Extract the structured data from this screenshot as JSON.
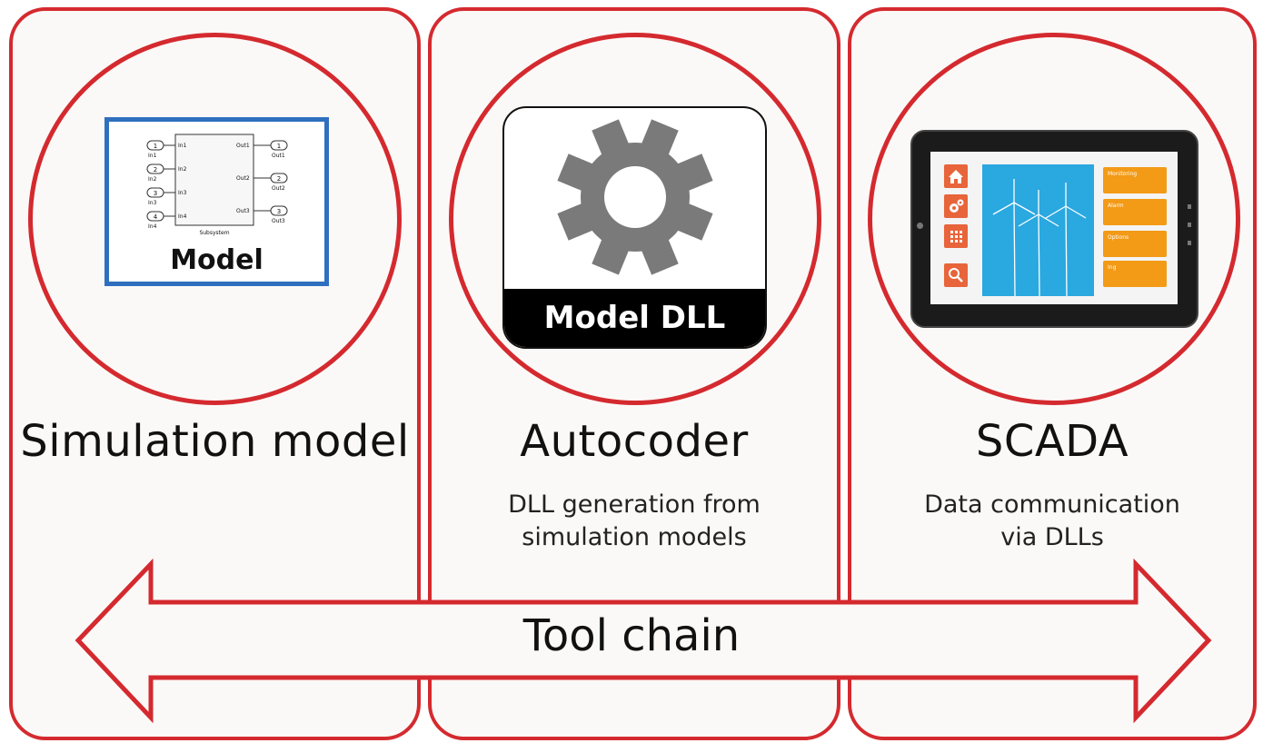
{
  "panels": [
    {
      "title": "Simulation model",
      "image_label": "Model",
      "subsystem": {
        "inputs": [
          "In1",
          "In2",
          "In3",
          "In4"
        ],
        "input_numbers": [
          "1",
          "2",
          "3",
          "4"
        ],
        "outputs": [
          "Out1",
          "Out2",
          "Out3"
        ],
        "output_numbers": [
          "1",
          "2",
          "3"
        ],
        "name": "Subsystem"
      }
    },
    {
      "title": "Autocoder",
      "image_label": "Model DLL",
      "description_line1": "DLL generation from",
      "description_line2": "simulation models"
    },
    {
      "title": "SCADA",
      "description_line1": "Data communication",
      "description_line2": "via DLLs",
      "tablet_menu": [
        "Monitoring",
        "Alarm",
        "Options",
        "Ing"
      ]
    }
  ],
  "arrow_label": "Tool chain",
  "colors": {
    "accent": "#d42a2f",
    "model_border": "#2f6fbf",
    "panel_bg": "#fbf9f7"
  }
}
